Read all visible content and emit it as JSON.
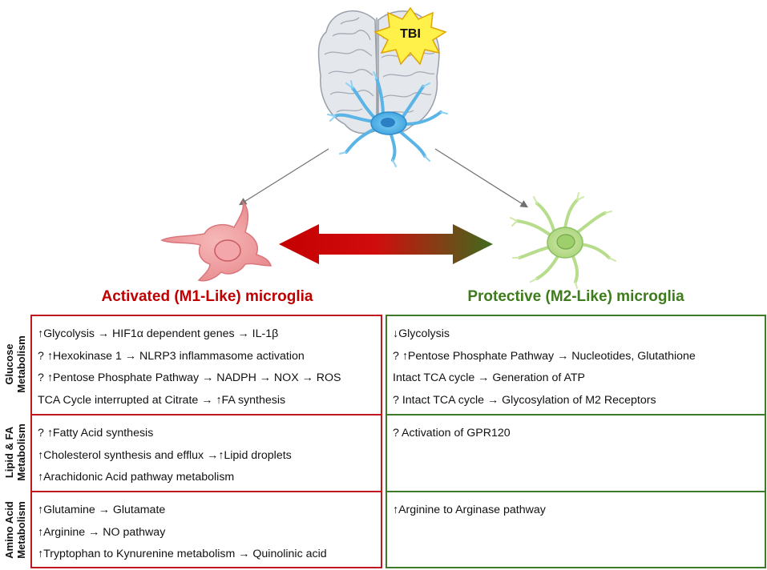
{
  "tbi_label": "TBI",
  "left_heading": "Activated (M1-Like) microglia",
  "right_heading": "Protective (M2-Like) microglia",
  "row_labels": {
    "glucose": [
      "Glucose",
      "Metabolism"
    ],
    "lipid": [
      "Lipid & FA",
      "Metabolism"
    ],
    "amino": [
      "Amino Acid",
      "Metabolism"
    ]
  },
  "m1": {
    "glucose": [
      "↑Glycolysis → HIF1α dependent genes → IL-1β",
      "? ↑Hexokinase 1 → NLRP3 inflammasome activation",
      "? ↑Pentose Phosphate Pathway → NADPH → NOX → ROS",
      "TCA Cycle interrupted at Citrate → ↑FA synthesis"
    ],
    "lipid": [
      "? ↑Fatty Acid synthesis",
      "↑Cholesterol synthesis and efflux →↑Lipid droplets",
      "↑Arachidonic Acid pathway metabolism"
    ],
    "amino": [
      "↑Glutamine → Glutamate",
      "↑Arginine → NO pathway",
      "↑Tryptophan to Kynurenine metabolism → Quinolinic acid"
    ]
  },
  "m2": {
    "glucose": [
      "↓Glycolysis",
      "? ↑Pentose Phosphate Pathway → Nucleotides, Glutathione",
      "Intact TCA cycle → Generation of ATP",
      "? Intact TCA cycle → Glycosylation of M2 Receptors"
    ],
    "lipid": [
      "? Activation of GPR120"
    ],
    "amino": [
      "↑Arginine to Arginase pathway"
    ]
  },
  "colors": {
    "m1_red": "#c00000",
    "m2_green": "#3e7b1c",
    "tbi_star": "#fff04a",
    "brain": "#dfe3e9",
    "microglia_blue": "#5ab4e6"
  },
  "icons": [
    "brain-icon",
    "tbi-star-icon",
    "blue-microglia-icon",
    "m1-microglia-icon",
    "m2-microglia-icon",
    "double-arrow-icon"
  ]
}
